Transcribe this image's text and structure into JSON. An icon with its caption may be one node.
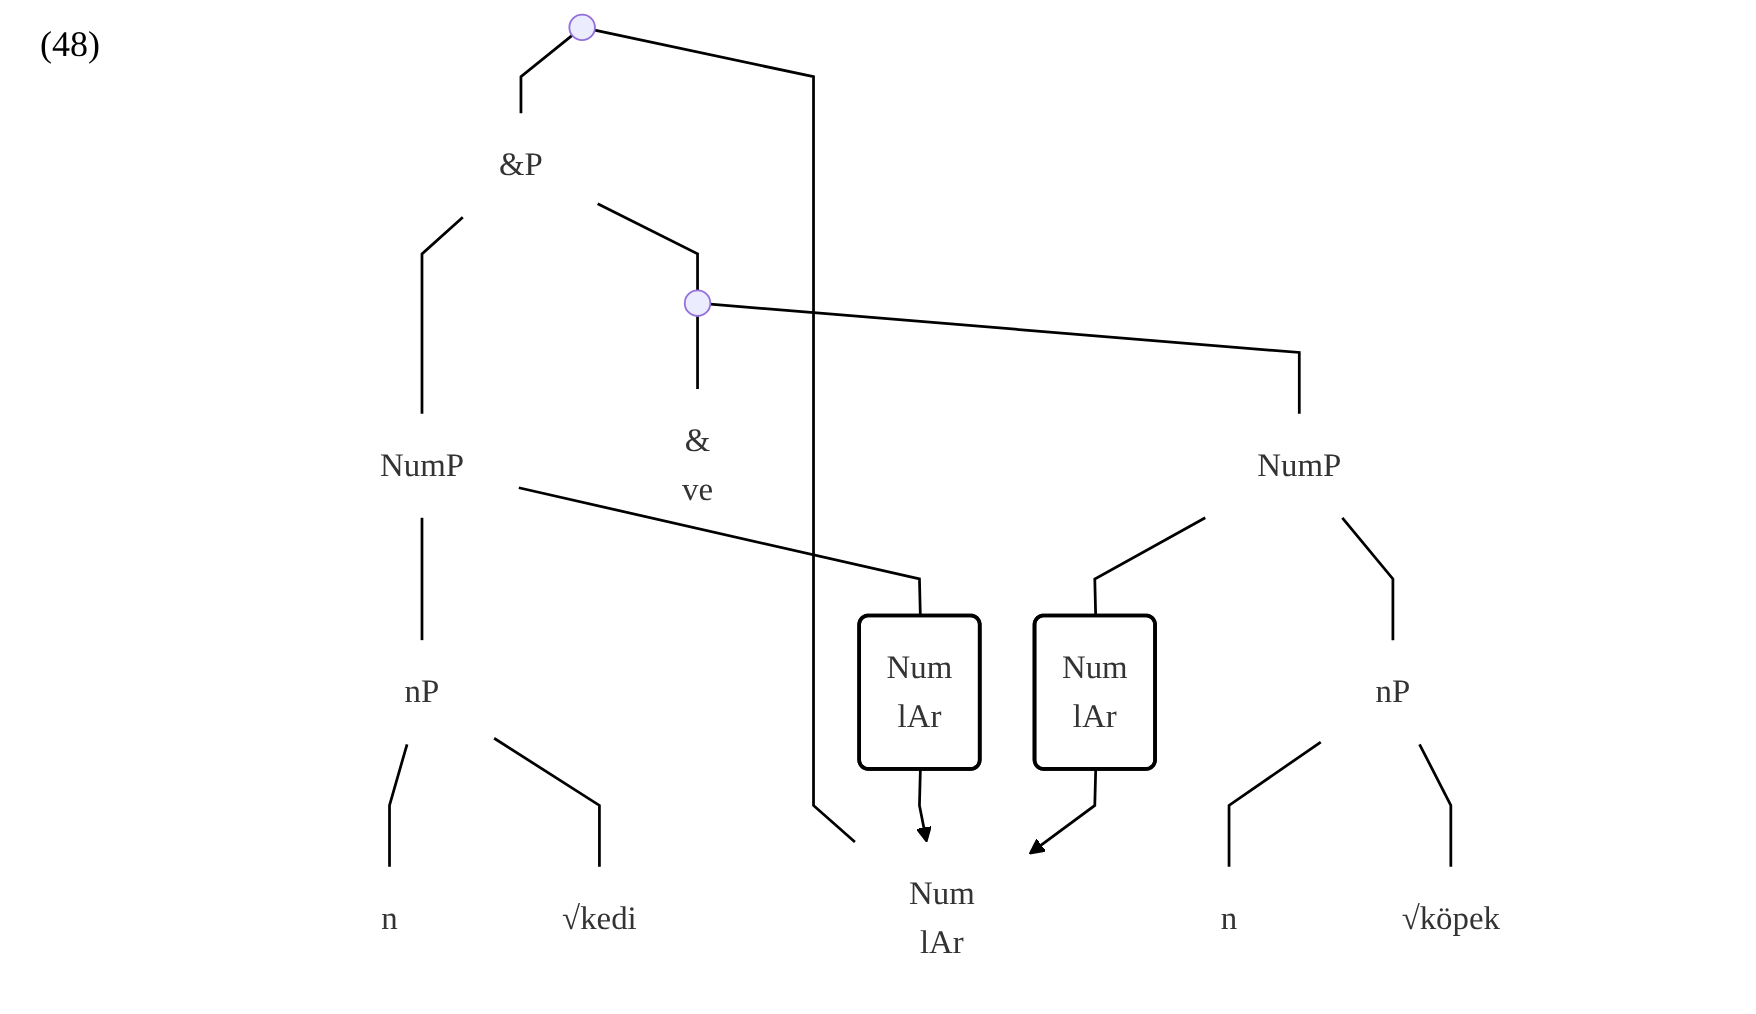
{
  "diagram": {
    "nodes": [
      {
        "text": [],
        "shape": "point"
      },
      {
        "text": [
          "&P"
        ]
      },
      {
        "text": [
          "Num",
          "lAr"
        ]
      },
      {
        "text": [
          "NumP"
        ]
      },
      {
        "text": [],
        "shape": "point"
      },
      {
        "text": [
          "nP"
        ]
      },
      {
        "text": [
          "Num",
          "lAr"
        ]
      },
      {
        "text": [
          "n"
        ]
      },
      {
        "text": [
          "√kedi"
        ]
      },
      {
        "text": [
          "&",
          "ve"
        ]
      },
      {
        "text": [
          "NumP"
        ]
      },
      {
        "text": [
          "nP"
        ]
      },
      {
        "text": [
          "Num",
          "lAr"
        ]
      },
      {
        "text": [
          "n"
        ]
      },
      {
        "text": [
          "√köpek"
        ]
      }
    ],
    "edges": [
      {
        "from": 0,
        "to": 1,
        "arrow": "none"
      },
      {
        "from": 0,
        "to": 2,
        "arrow": "none"
      },
      {
        "from": 1,
        "to": 3,
        "arrow": "none"
      },
      {
        "from": 1,
        "to": 4,
        "arrow": "none"
      },
      {
        "from": 3,
        "to": 5,
        "arrow": "none"
      },
      {
        "from": 3,
        "to": 6,
        "arrow": "none"
      },
      {
        "from": 5,
        "to": 7,
        "arrow": "none"
      },
      {
        "from": 5,
        "to": 8,
        "arrow": "none"
      },
      {
        "from": 4,
        "to": 9,
        "arrow": "none"
      },
      {
        "from": 4,
        "to": 10,
        "arrow": "none"
      },
      {
        "from": 10,
        "to": 11,
        "arrow": "none"
      },
      {
        "from": 10,
        "to": 12,
        "arrow": "none"
      },
      {
        "from": 11,
        "to": 13,
        "arrow": "none"
      },
      {
        "from": 11,
        "to": 14,
        "arrow": "none"
      },
      {
        "from": 6,
        "to": 2,
        "arrow": "to"
      },
      {
        "from": 12,
        "to": 2,
        "arrow": "to"
      }
    ],
    "labels": [
      "(48)"
    ]
  }
}
